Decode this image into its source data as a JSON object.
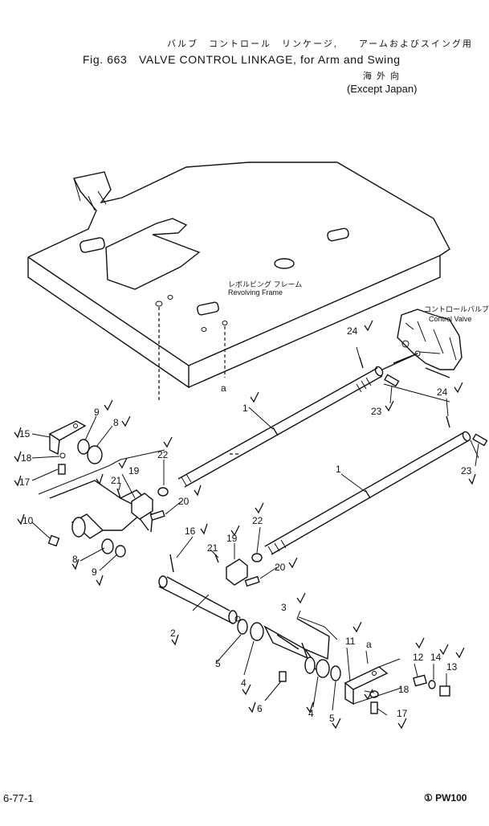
{
  "header": {
    "jp_title": "バルブ　コントロール　リンケージ,　　アームおよびスイング用",
    "fig_title": "Fig. 663　VALVE CONTROL LINKAGE, for Arm and Swing",
    "jp_except": "海外向",
    "except": "(Except Japan)"
  },
  "labels": {
    "revolving_frame_jp": "レボルビング フレーム",
    "revolving_frame": "Revolving Frame",
    "control_valve_jp": "コントロールバルブ",
    "control_valve": "Control Valve",
    "ref_a1": "a",
    "ref_a2": "a"
  },
  "callouts": {
    "p1a": "1",
    "p1b": "1",
    "p2": "2",
    "p3": "3",
    "p4a": "4",
    "p4b": "4",
    "p5a": "5",
    "p5b": "5",
    "p6": "6",
    "p8a": "8",
    "p8b": "8",
    "p9a": "9",
    "p9b": "9",
    "p10": "10",
    "p11": "11",
    "p12": "12",
    "p13": "13",
    "p14": "14",
    "p15": "15",
    "p16": "16",
    "p17a": "17",
    "p17b": "17",
    "p18a": "18",
    "p18b": "18",
    "p19a": "19",
    "p19b": "19",
    "p20a": "20",
    "p20b": "20",
    "p21a": "21",
    "p21b": "21",
    "p22a": "22",
    "p22b": "22",
    "p23a": "23",
    "p23b": "23",
    "p24a": "24",
    "p24b": "24"
  },
  "footer": {
    "page_ref": "6-77-1",
    "model": "① PW100"
  }
}
